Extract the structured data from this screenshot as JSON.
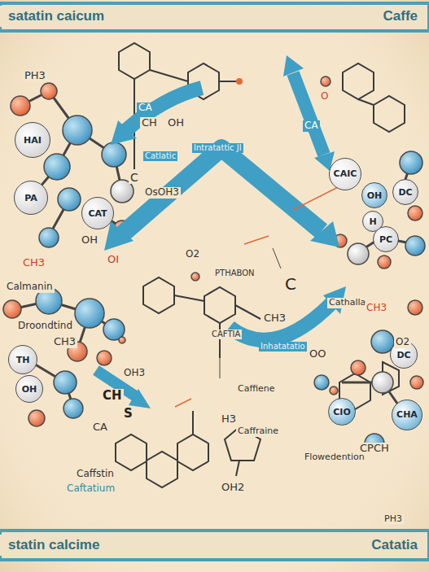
{
  "diagram": {
    "nodes": [
      {
        "text": [
          "satatin caicum"
        ]
      },
      {
        "text": [
          "Caffe"
        ]
      },
      {
        "text": [
          "HAI"
        ]
      },
      {
        "text": [
          "PA"
        ]
      },
      {
        "text": [
          "CAT"
        ]
      },
      {
        "text": [
          "TH"
        ]
      },
      {
        "text": [
          "OH"
        ]
      },
      {
        "text": [
          "CAIC"
        ]
      },
      {
        "text": [
          "OH"
        ]
      },
      {
        "text": [
          "H"
        ]
      },
      {
        "text": [
          "DC"
        ]
      },
      {
        "text": [
          "PC"
        ]
      },
      {
        "text": [
          "DC"
        ]
      },
      {
        "text": [
          "CHA"
        ]
      },
      {
        "text": [
          "CIO"
        ]
      },
      {
        "text": [
          "statin calcime"
        ]
      },
      {
        "text": [
          "Catatia"
        ]
      }
    ],
    "labels": [
      "PH3",
      "CH",
      "OH",
      "C",
      "OsOH3",
      "OH",
      "OI",
      "CH3",
      "Calmanin",
      "Droondtind",
      "CH3",
      "OH3",
      "CH",
      "S",
      "CA",
      "H3",
      "CPCH",
      "OH2",
      "Caffstin",
      "Caftatium",
      "PTHABON",
      "CAFTIA",
      "CH3",
      "C",
      "O2",
      "Caffiene",
      "Caffraine",
      "Flowedention",
      "PH3",
      "O2",
      "OO",
      "Cathalla",
      "CH3",
      "CA",
      "CA",
      "Catlatic",
      "Intratattic JI",
      "Inhatatatio",
      "O"
    ]
  }
}
